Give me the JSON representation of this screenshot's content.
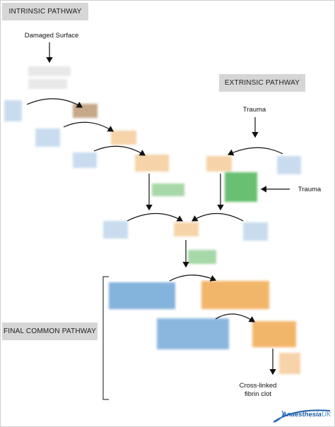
{
  "headers": {
    "intrinsic": "INTRINSIC PATHWAY",
    "extrinsic": "EXTRINSIC PATHWAY",
    "final_common": "FINAL COMMON  PATHWAY"
  },
  "labels": {
    "damaged_surface": "Damaged Surface",
    "trauma_top": "Trauma",
    "trauma_side": "Trauma",
    "clot_line1": "Cross-linked",
    "clot_line2": "fibrin clot"
  },
  "logo": {
    "brand": "Anaesthesia",
    "suffix": "UK",
    "icon": "swoosh-icon"
  },
  "colors": {
    "header_bg": "#d6d6d6",
    "blue": "#c9dcef",
    "orange": "#f6d3a8",
    "green": "#a7d8a9",
    "brand": "#1f5fa8"
  }
}
